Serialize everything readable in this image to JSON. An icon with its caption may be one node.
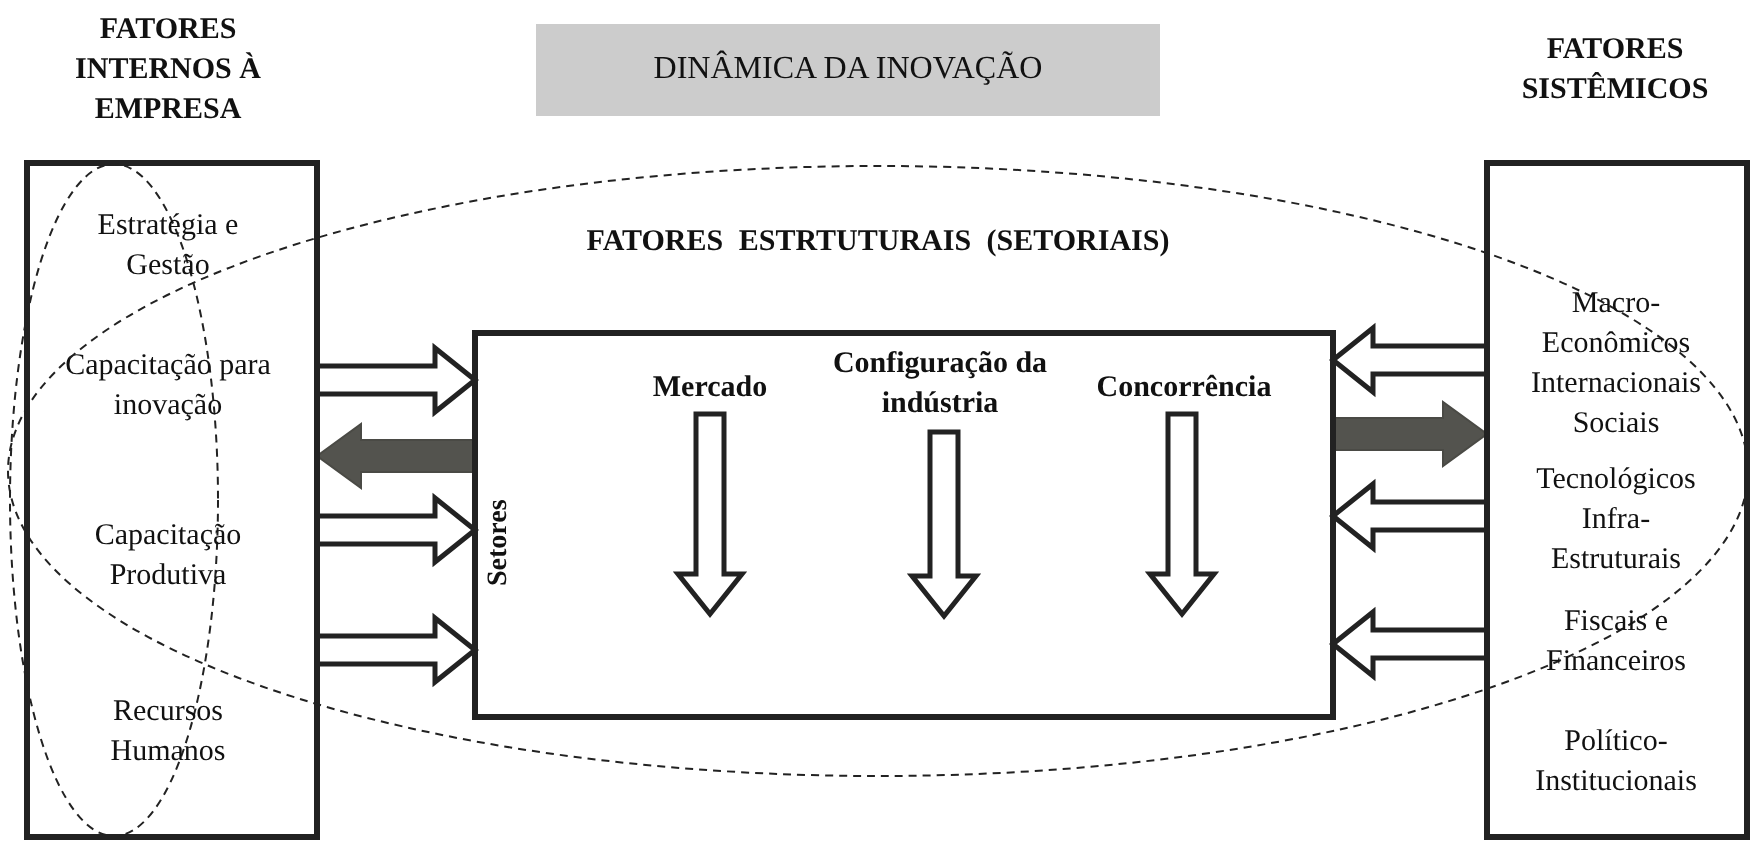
{
  "diagram": {
    "title": "DINÂMICA DA INOVAÇÃO",
    "nodes": [
      {
        "text": [
          "FATORES INTERNOS À EMPRESA"
        ]
      },
      {
        "text": [],
        "shape": "ellipse",
        "in": 0
      },
      {
        "text": [
          "Estratégia e Gestão"
        ],
        "in": 1
      },
      {
        "text": [
          "Capacitação para inovação"
        ],
        "in": 1
      },
      {
        "text": [
          "Capacitação Produtiva"
        ],
        "in": 1
      },
      {
        "text": [
          "Recursos Humanos"
        ],
        "in": 1
      },
      {
        "text": [
          "FATORES ESTRTUTURAIS (SETORIAIS)"
        ]
      },
      {
        "text": [
          "Setores"
        ],
        "in": 6
      },
      {
        "text": [
          "Mercado"
        ],
        "in": 7
      },
      {
        "text": [
          "Configuração da indústria"
        ],
        "in": 7
      },
      {
        "text": [
          "Concorrência"
        ],
        "in": 7
      },
      {
        "text": [
          "FATORES SISTÊMICOS"
        ]
      },
      {
        "text": [
          "Macro-Econômicos Internacionais Sociais"
        ],
        "in": 11
      },
      {
        "text": [
          "Tecnológicos Infra-Estruturais"
        ],
        "in": 11
      },
      {
        "text": [
          "Fiscais e Financeiros"
        ],
        "in": 11
      },
      {
        "text": [
          "Político-Institucionais"
        ],
        "in": 11
      }
    ],
    "edges": [
      {
        "from": 0,
        "to": 7,
        "arrow": "to"
      },
      {
        "from": 0,
        "to": 7,
        "arrow": "to"
      },
      {
        "from": 0,
        "to": 7,
        "arrow": "to"
      },
      {
        "from": 7,
        "to": 0,
        "arrow": "to",
        "style": "thick",
        "color": "#4a4a45"
      },
      {
        "from": 7,
        "to": 11,
        "arrow": "to",
        "style": "thick",
        "color": "#4a4a45"
      },
      {
        "from": 11,
        "to": 7,
        "arrow": "to"
      },
      {
        "from": 11,
        "to": 7,
        "arrow": "to"
      },
      {
        "from": 11,
        "to": 7,
        "arrow": "to"
      },
      {
        "from": 8,
        "to": null,
        "arrow": "to"
      },
      {
        "from": 9,
        "to": null,
        "arrow": "to"
      },
      {
        "from": 10,
        "to": null,
        "arrow": "to"
      }
    ]
  }
}
